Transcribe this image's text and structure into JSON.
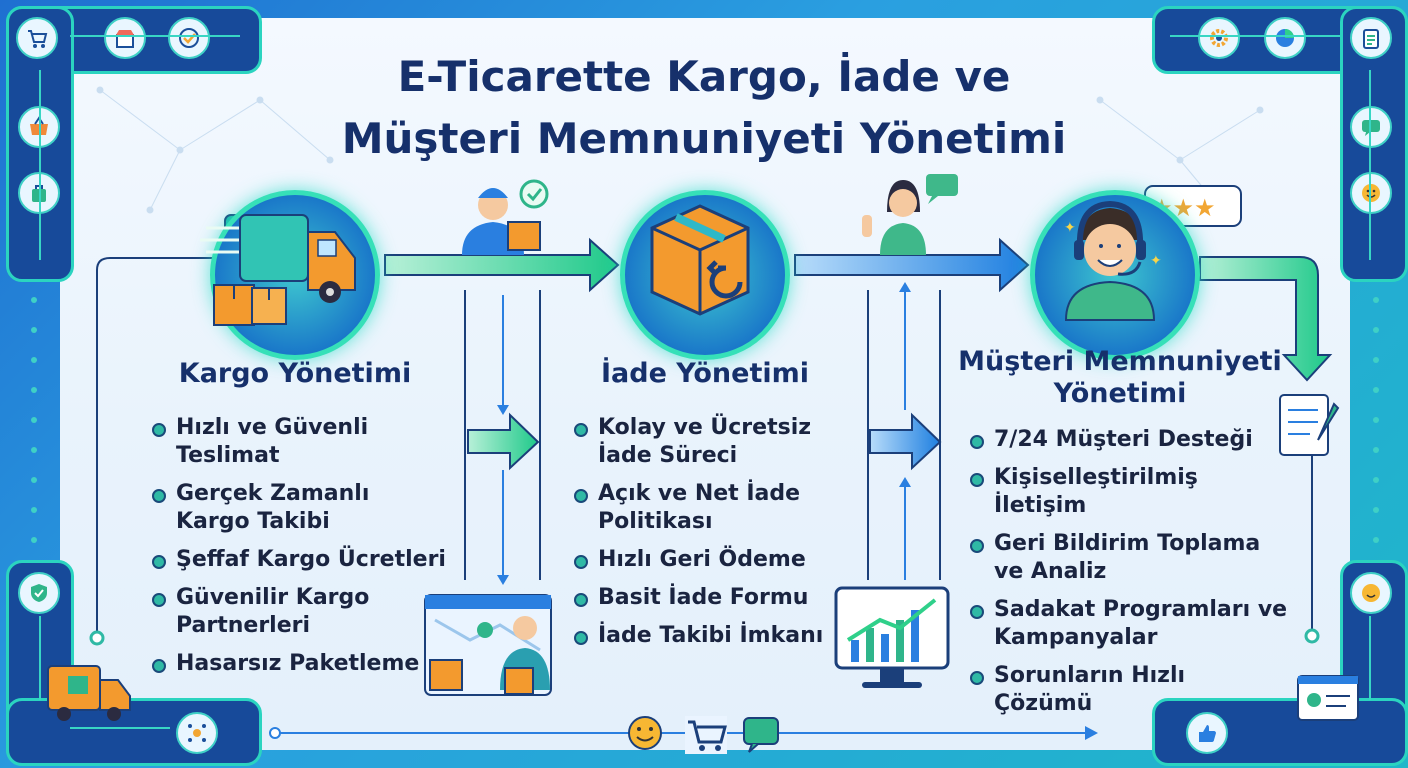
{
  "title": {
    "line1": "E-Ticarette Kargo, İade ve",
    "line2": "Müşteri Memnuniyeti Yönetimi"
  },
  "sections": [
    {
      "title_lines": [
        "Kargo Yönetimi"
      ],
      "items": [
        [
          "Hızlı ve Güvenli",
          "Teslimat"
        ],
        [
          "Gerçek Zamanlı",
          "Kargo Takibi"
        ],
        [
          "Şeffaf Kargo Ücretleri"
        ],
        [
          "Güvenilir Kargo",
          "Partnerleri"
        ],
        [
          "Hasarsız Paketleme"
        ]
      ]
    },
    {
      "title_lines": [
        "İade Yönetimi"
      ],
      "items": [
        [
          "Kolay ve Ücretsiz",
          "İade Süreci"
        ],
        [
          "Açık ve Net İade",
          "Politikası"
        ],
        [
          "Hızlı Geri Ödeme"
        ],
        [
          "Basit İade Formu"
        ],
        [
          "İade Takibi İmkanı"
        ]
      ]
    },
    {
      "title_lines": [
        "Müşteri Memnuniyeti",
        "Yönetimi"
      ],
      "items": [
        [
          "7/24 Müşteri Desteği"
        ],
        [
          "Kişiselleştirilmiş İletişim"
        ],
        [
          "Geri Bildirim Toplama",
          "ve Analiz"
        ],
        [
          "Sadakat Programları ve",
          "Kampanyalar"
        ],
        [
          "Sorunların Hızlı Çözümü"
        ]
      ]
    }
  ],
  "colors": {
    "title": "#16306b",
    "accent_green": "#2fd08a",
    "accent_blue": "#2a7fe0",
    "box_orange": "#f39a2e"
  }
}
